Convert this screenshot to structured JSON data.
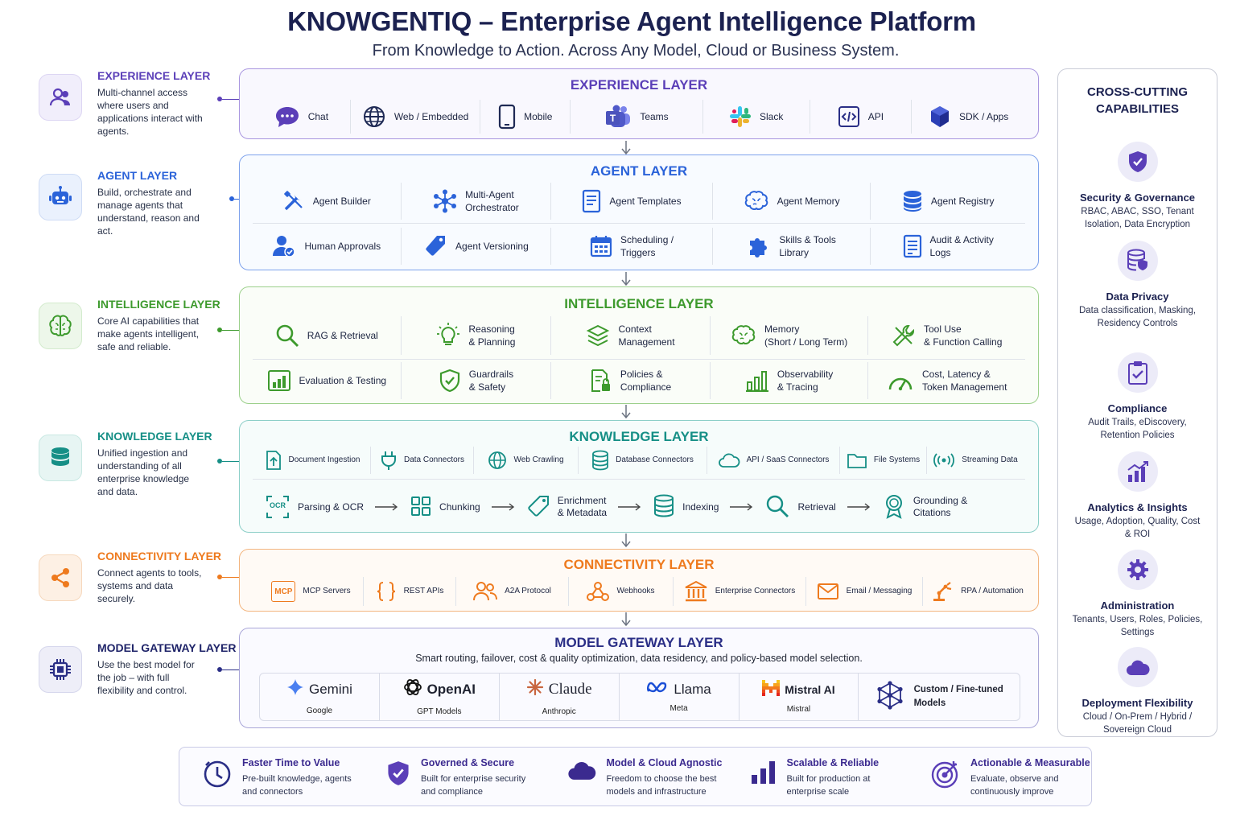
{
  "header": {
    "title": "KNOWGENTIQ – Enterprise Agent Intelligence Platform",
    "subtitle": "From Knowledge to Action. Across Any Model, Cloud or Business System."
  },
  "colors": {
    "experience": "#5b3fb8",
    "agent": "#2b63d9",
    "intelligence": "#3d9a2d",
    "knowledge": "#168f86",
    "connectivity": "#ee7a1e",
    "gateway": "#2a2e86"
  },
  "left": [
    {
      "title": "EXPERIENCE LAYER",
      "text": "Multi-channel access where users and applications interact with agents.",
      "icon": "users-icon"
    },
    {
      "title": "AGENT LAYER",
      "text": "Build, orchestrate and manage agents that understand, reason and act.",
      "icon": "robot-icon"
    },
    {
      "title": "INTELLIGENCE LAYER",
      "text": "Core AI capabilities that make agents intelligent, safe and reliable.",
      "icon": "brain-icon"
    },
    {
      "title": "KNOWLEDGE LAYER",
      "text": "Unified ingestion and understanding of all enterprise knowledge and data.",
      "icon": "database-icon"
    },
    {
      "title": "CONNECTIVITY LAYER",
      "text": "Connect agents to tools, systems and data securely.",
      "icon": "share-icon"
    },
    {
      "title": "MODEL GATEWAY LAYER",
      "text": "Use the best model for the job – with full flexibility and control.",
      "icon": "chip-icon"
    }
  ],
  "experience": {
    "title": "EXPERIENCE LAYER",
    "items": [
      "Chat",
      "Web / Embedded",
      "Mobile",
      "Teams",
      "Slack",
      "API",
      "SDK / Apps"
    ]
  },
  "agent": {
    "title": "AGENT LAYER",
    "row1": [
      "Agent Builder",
      "Multi-Agent\nOrchestrator",
      "Agent Templates",
      "Agent Memory",
      "Agent Registry"
    ],
    "row2": [
      "Human Approvals",
      "Agent Versioning",
      "Scheduling /\nTriggers",
      "Skills & Tools\nLibrary",
      "Audit & Activity\nLogs"
    ]
  },
  "intelligence": {
    "title": "INTELLIGENCE LAYER",
    "row1": [
      "RAG & Retrieval",
      "Reasoning\n& Planning",
      "Context\nManagement",
      "Memory\n(Short / Long Term)",
      "Tool Use\n& Function Calling"
    ],
    "row2": [
      "Evaluation & Testing",
      "Guardrails\n& Safety",
      "Policies &\nCompliance",
      "Observability\n& Tracing",
      "Cost, Latency &\nToken Management"
    ]
  },
  "knowledge": {
    "title": "KNOWLEDGE LAYER",
    "sources": [
      "Document Ingestion",
      "Data Connectors",
      "Web Crawling",
      "Database Connectors",
      "API / SaaS Connectors",
      "File Systems",
      "Streaming Data"
    ],
    "pipeline": [
      "Parsing & OCR",
      "Chunking",
      "Enrichment\n& Metadata",
      "Indexing",
      "Retrieval",
      "Grounding &\nCitations"
    ],
    "ocr_label": "OCR"
  },
  "connectivity": {
    "title": "CONNECTIVITY LAYER",
    "items": [
      "MCP Servers",
      "REST APIs",
      "A2A Protocol",
      "Webhooks",
      "Enterprise Connectors",
      "Email / Messaging",
      "RPA / Automation"
    ],
    "mcp_label": "MCP"
  },
  "gateway": {
    "title": "MODEL GATEWAY LAYER",
    "subtitle": "Smart routing, failover, cost & quality optimization, data residency, and policy-based model selection.",
    "models": [
      {
        "name": "Gemini",
        "sub": "Google"
      },
      {
        "name": "OpenAI",
        "sub": "GPT Models"
      },
      {
        "name": "Claude",
        "sub": "Anthropic"
      },
      {
        "name": "Llama",
        "sub": "Meta"
      },
      {
        "name": "Mistral AI",
        "sub": "Mistral"
      }
    ],
    "custom": "Custom / Fine-tuned\nModels"
  },
  "cross": {
    "title": "CROSS-CUTTING\nCAPABILITIES",
    "items": [
      {
        "title": "Security & Governance",
        "text": "RBAC, ABAC, SSO, Tenant Isolation, Data Encryption",
        "icon": "shield-check-icon"
      },
      {
        "title": "Data Privacy",
        "text": "Data classification, Masking, Residency Controls",
        "icon": "database-lock-icon"
      },
      {
        "title": "Compliance",
        "text": "Audit Trails, eDiscovery, Retention Policies",
        "icon": "clipboard-check-icon"
      },
      {
        "title": "Analytics & Insights",
        "text": "Usage, Adoption, Quality, Cost & ROI",
        "icon": "chart-up-icon"
      },
      {
        "title": "Administration",
        "text": "Tenants, Users, Roles, Policies, Settings",
        "icon": "gear-icon"
      },
      {
        "title": "Deployment Flexibility",
        "text": "Cloud / On-Prem / Hybrid / Sovereign Cloud",
        "icon": "cloud-icon"
      }
    ]
  },
  "bottom": [
    {
      "title": "Faster Time to Value",
      "text": "Pre-built knowledge, agents and connectors",
      "icon": "clock-icon"
    },
    {
      "title": "Governed & Secure",
      "text": "Built for enterprise security and compliance",
      "icon": "shield-check-icon"
    },
    {
      "title": "Model & Cloud Agnostic",
      "text": "Freedom to choose the best models and infrastructure",
      "icon": "cloud-icon"
    },
    {
      "title": "Scalable & Reliable",
      "text": "Built for production at enterprise scale",
      "icon": "bar-chart-icon"
    },
    {
      "title": "Actionable & Measurable",
      "text": "Evaluate, observe and continuously improve",
      "icon": "target-icon"
    }
  ]
}
